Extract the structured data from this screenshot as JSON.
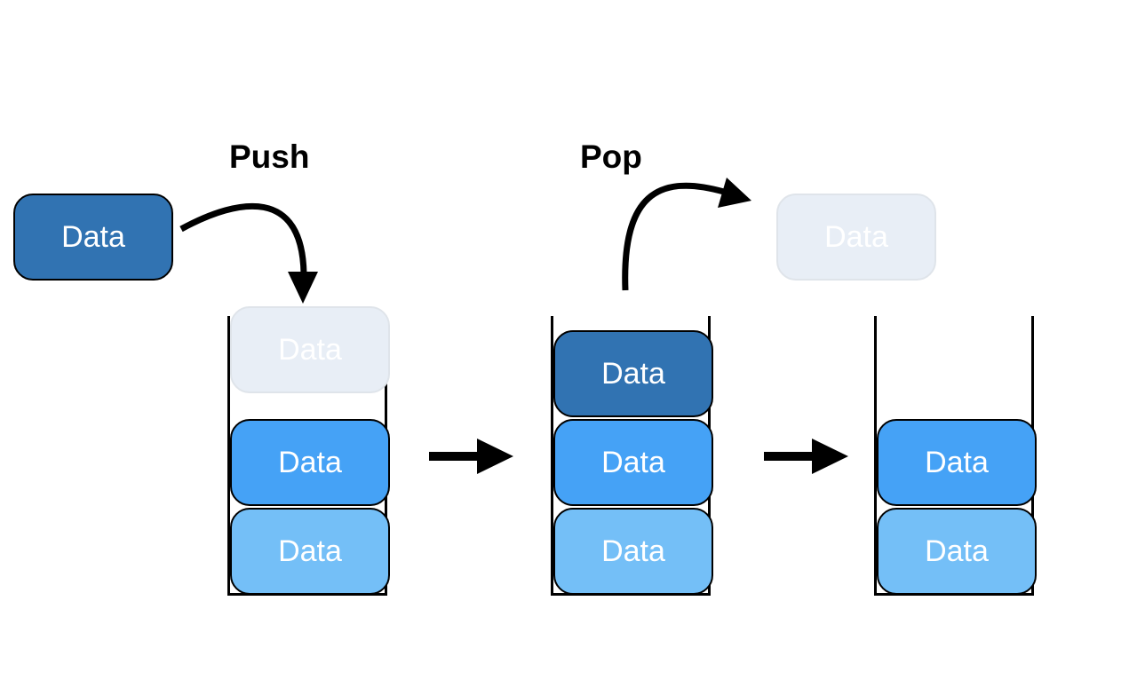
{
  "labels": {
    "push": "Push",
    "pop": "Pop"
  },
  "boxes": {
    "data_label": "Data"
  },
  "colors": {
    "dark_blue": "#3173b2",
    "mid_blue": "#45a2f6",
    "light_blue": "#74bff7",
    "ghost": "#e8eef6",
    "outline": "#000000"
  }
}
